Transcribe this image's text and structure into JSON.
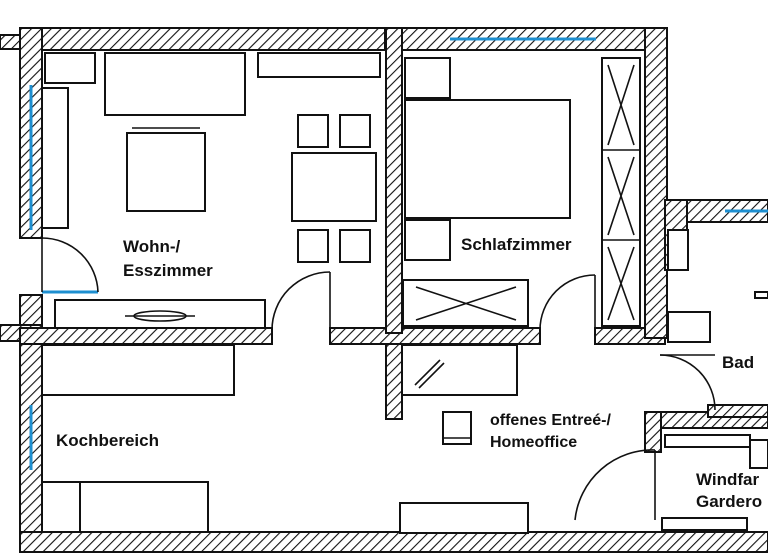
{
  "floorplan": {
    "rooms": {
      "wohn_line1": "Wohn-/",
      "wohn_line2": "Esszimmer",
      "schlaf": "Schlafzimmer",
      "bad": "Bad",
      "koch": "Kochbereich",
      "entree_line1": "offenes Entreé-/",
      "entree_line2": "Homeoffice",
      "windfang_line1": "Windfar",
      "windfang_line2": "Gardero"
    },
    "colors": {
      "wall_hatch": "#111111",
      "window": "#1e8fd0",
      "background": "#ffffff"
    }
  }
}
